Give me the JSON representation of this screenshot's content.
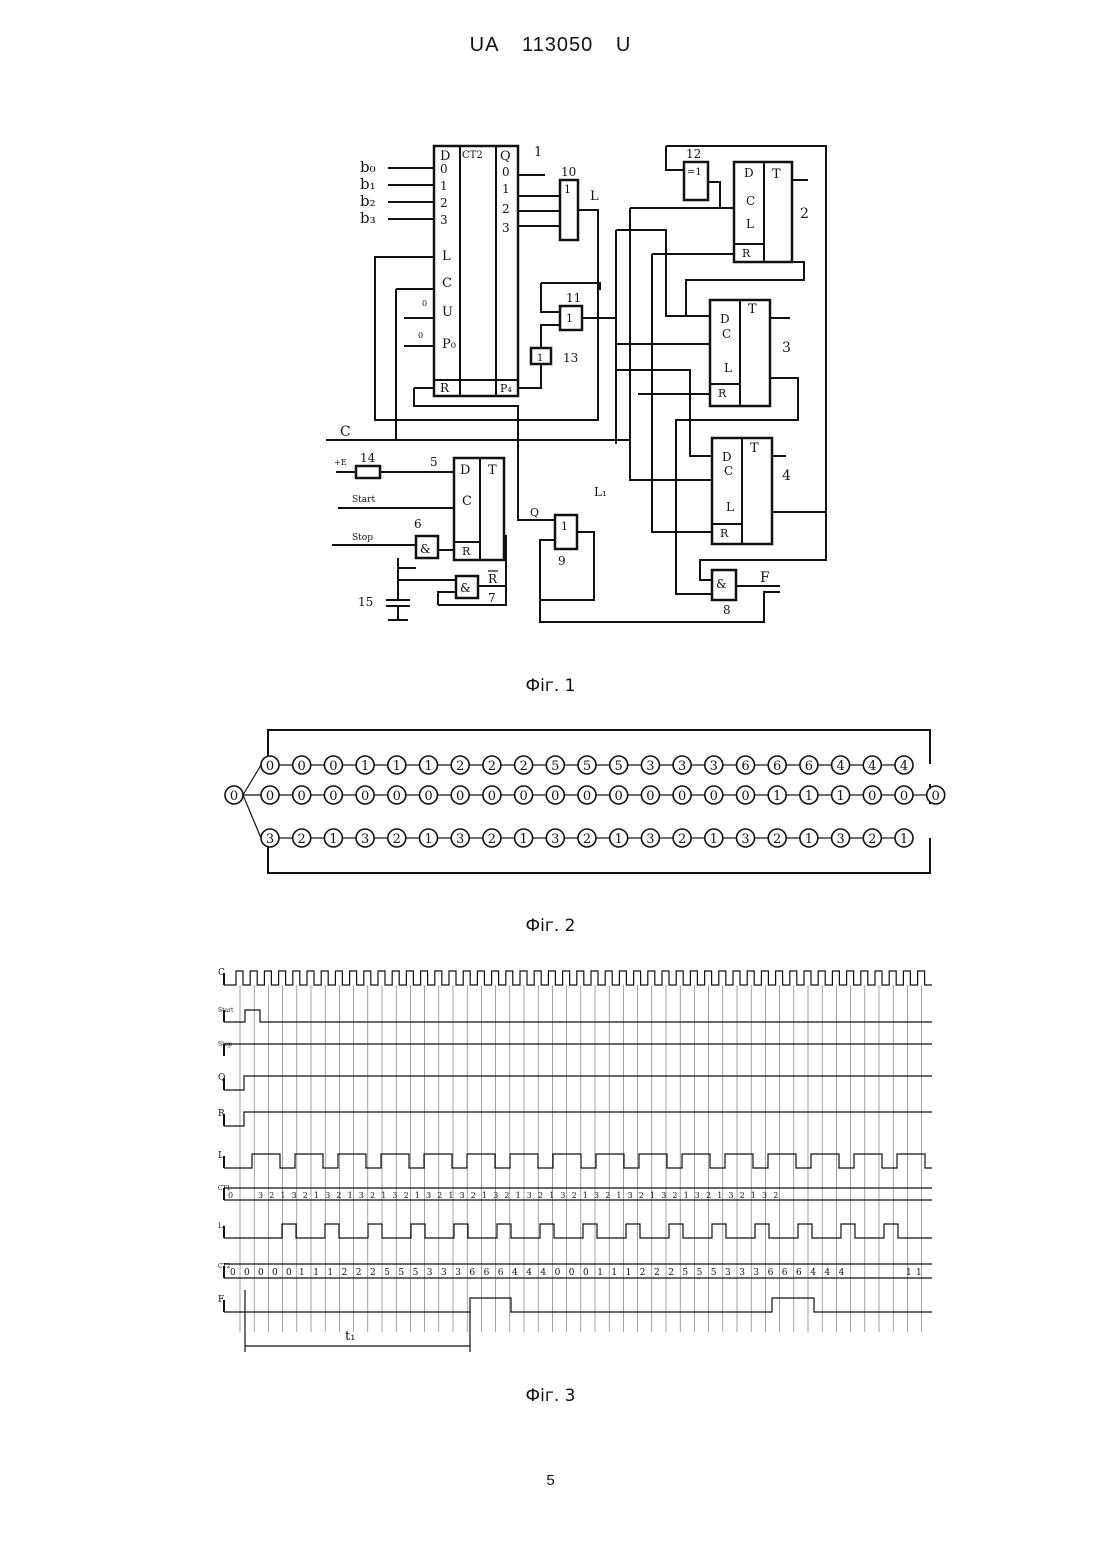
{
  "header": {
    "country": "UA",
    "number": "113050",
    "kind": "U"
  },
  "fig1": {
    "caption": "Фіг. 1",
    "inputs": [
      "b₀",
      "b₁",
      "b₂",
      "b₃"
    ],
    "counter": {
      "d": "D",
      "ct": "CT2",
      "q": "Q",
      "din": [
        "0",
        "1",
        "2",
        "3"
      ],
      "qout": [
        "0",
        "1",
        "2",
        "3"
      ],
      "l": "L",
      "c": "C",
      "u": "U",
      "p0": "P₀",
      "r": "R",
      "p4": "P₄",
      "zero_a": "0",
      "zero_b": "0"
    },
    "labels": {
      "n1": "1",
      "n10": "10",
      "g10": "1",
      "l": "L",
      "n11": "11",
      "g11": "1",
      "n13": "13",
      "g13": "1",
      "n12": "12",
      "g12": "=1",
      "n2": "2",
      "n3": "3",
      "n4": "4",
      "n5": "5",
      "n6": "6",
      "n7": "7",
      "n8": "8",
      "n9": "9",
      "n14": "14",
      "n15": "15",
      "c": "C",
      "e": "+E",
      "start": "Start",
      "stop": "Stop",
      "q": "Q",
      "rbar": "R",
      "l1": "L₁",
      "f": "F",
      "and": "&",
      "or": "1",
      "d": "D",
      "cc": "C",
      "ll": "L",
      "r": "R",
      "t": "T"
    }
  },
  "fig2": {
    "caption": "Фіг. 2",
    "start": "0",
    "rows": [
      [
        "0",
        "0",
        "0",
        "1",
        "1",
        "1",
        "2",
        "2",
        "2",
        "5",
        "5",
        "5",
        "3",
        "3",
        "3",
        "6",
        "6",
        "6",
        "4",
        "4",
        "4"
      ],
      [
        "0",
        "0",
        "0",
        "0",
        "0",
        "0",
        "0",
        "0",
        "0",
        "0",
        "0",
        "0",
        "0",
        "0",
        "0",
        "0",
        "1",
        "1",
        "1",
        "0",
        "0",
        "0"
      ],
      [
        "3",
        "2",
        "1",
        "3",
        "2",
        "1",
        "3",
        "2",
        "1",
        "3",
        "2",
        "1",
        "3",
        "2",
        "1",
        "3",
        "2",
        "1",
        "3",
        "2",
        "1"
      ]
    ]
  },
  "fig3": {
    "caption": "Фіг. 3",
    "signals": [
      "C",
      "Start",
      "Stop",
      "Q",
      "R",
      "L",
      "CT1",
      "L₁",
      "CT2",
      "F"
    ],
    "ct1_init": "0",
    "ct1_values": [
      "3",
      "2",
      "1",
      "3",
      "2",
      "1",
      "3",
      "2",
      "1",
      "3",
      "2",
      "1",
      "3",
      "2",
      "1",
      "3",
      "2",
      "1",
      "3",
      "2",
      "1",
      "3",
      "2",
      "1",
      "3",
      "2",
      "1",
      "3",
      "2",
      "1",
      "3",
      "2",
      "1",
      "3",
      "2",
      "1",
      "3",
      "2",
      "1",
      "3",
      "2",
      "1",
      "3",
      "2",
      "1",
      "3",
      "2"
    ],
    "ct2_init": [
      "0",
      "0",
      "0",
      "0",
      "0"
    ],
    "ct2_values": [
      "1",
      "1",
      "1",
      "2",
      "2",
      "2",
      "5",
      "5",
      "5",
      "3",
      "3",
      "3",
      "6",
      "6",
      "6",
      "4",
      "4",
      "4",
      "0",
      "0",
      "0",
      "1",
      "1",
      "1",
      "2",
      "2",
      "2",
      "5",
      "5",
      "5",
      "3",
      "3",
      "3",
      "6",
      "6",
      "6",
      "4",
      "4",
      "4"
    ],
    "ct2_tail": [
      "1",
      "1"
    ],
    "t_label": "t₁"
  },
  "page_number": "5"
}
